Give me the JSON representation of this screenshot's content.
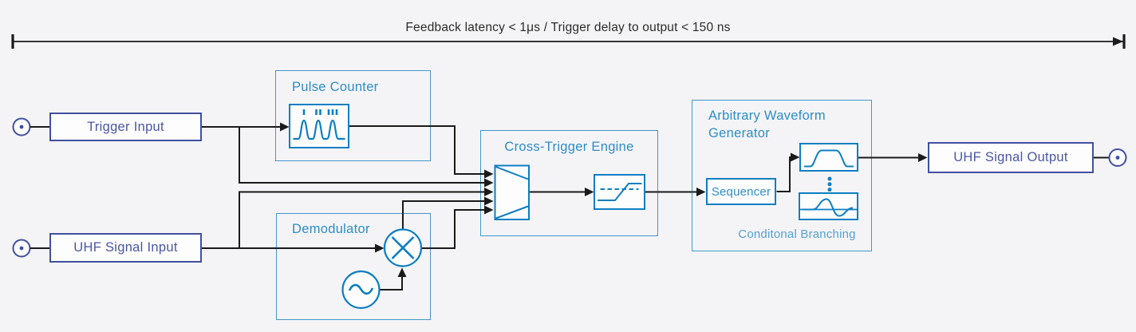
{
  "annotation": {
    "label": "Feedback latency < 1μs / Trigger delay to output < 150 ns"
  },
  "nodes": {
    "trigger_input": "Trigger Input",
    "uhf_signal_input": "UHF Signal Input",
    "uhf_signal_output": "UHF Signal Output"
  },
  "blocks": {
    "pulse_counter": "Pulse Counter",
    "demodulator": "Demodulator",
    "cross_trigger_engine": "Cross-Trigger Engine",
    "awg": "Arbitrary Waveform Generator",
    "sequencer": "Sequencer",
    "conditional_branching": "Conditonal Branching"
  },
  "icons": {
    "trigger_input_connector": "circle-dot-connector",
    "uhf_input_connector": "circle-dot-connector",
    "uhf_output_connector": "circle-dot-connector",
    "pulse_counter_icon": "counted-pulse-train",
    "mixer_icon": "multiply-in-circle",
    "oscillator_icon": "sine-in-circle",
    "mux_icon": "multiplexer-trapezoid",
    "trigger_level_icon": "threshold-rising-edge",
    "waveform_top_icon": "flat-top-pulse",
    "waveform_bottom_icon": "biphasic-pulse",
    "more_waveforms_icon": "vertical-ellipsis"
  },
  "colors": {
    "background": "#f4f4f6",
    "indigo": "#414f9f",
    "indigo_text": "#4a57a4",
    "block_border_blue": "#4496cd",
    "icon_blue": "#0e7ec2",
    "title_blue": "#2d8dc8",
    "branching_blue": "#55a1d4",
    "wire": "#1a1a1a"
  }
}
